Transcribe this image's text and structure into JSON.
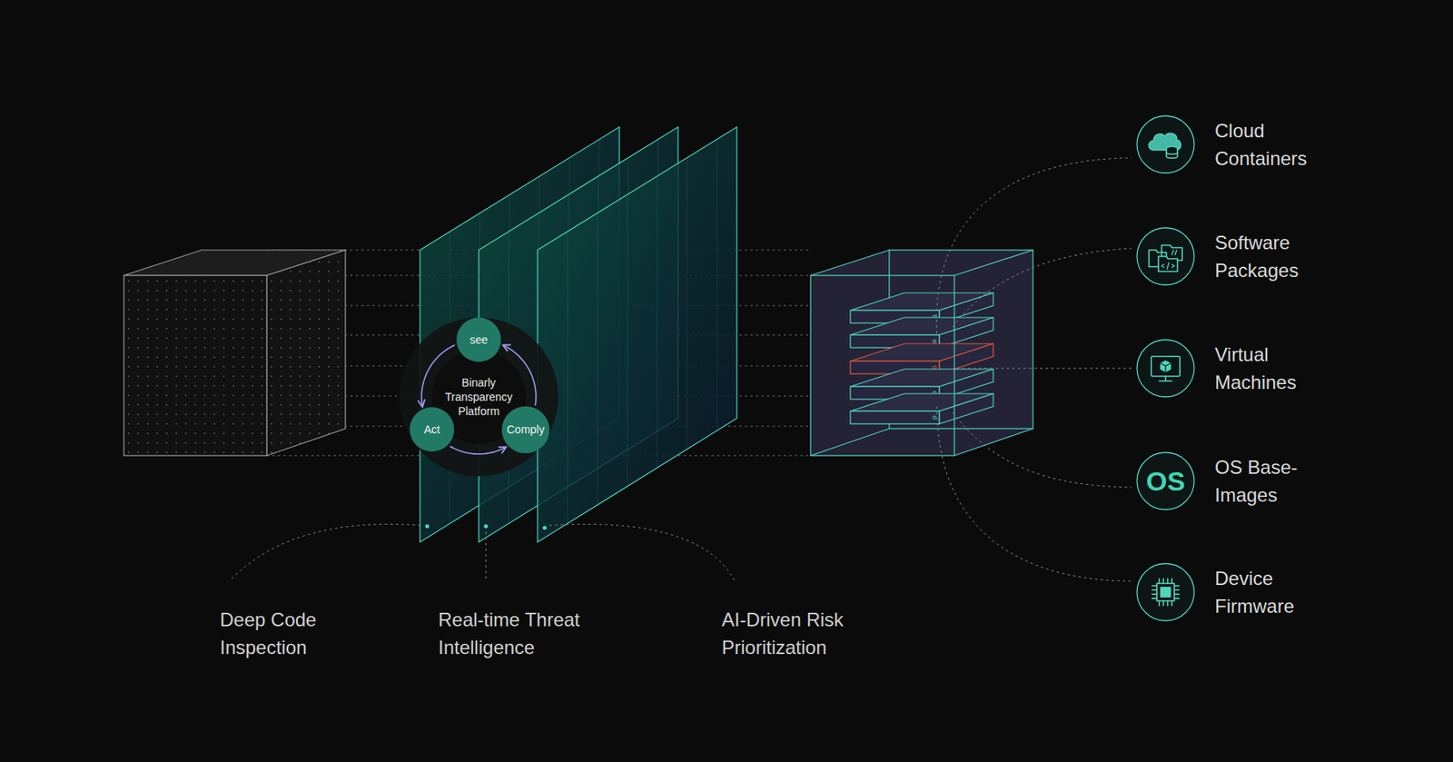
{
  "diagram": {
    "nodes": [
      {
        "text": [
          "Binarly Transparency Platform"
        ]
      },
      {
        "text": [
          "see"
        ]
      },
      {
        "text": [
          "Act"
        ]
      },
      {
        "text": [
          "Comply"
        ]
      },
      {
        "text": [
          "Cloud Containers"
        ]
      },
      {
        "text": [
          "Software Packages"
        ]
      },
      {
        "text": [
          "Virtual Machines"
        ]
      },
      {
        "text": [
          "OS",
          "OS Base- Images"
        ]
      },
      {
        "text": [
          "Device Firmware"
        ]
      }
    ],
    "edges": [
      {
        "from": 1,
        "to": 2,
        "arrow": "to"
      },
      {
        "from": 2,
        "to": 3,
        "arrow": "to"
      },
      {
        "from": 3,
        "to": 1,
        "arrow": "to"
      }
    ],
    "labels": [
      "Deep Code Inspection",
      "Real-time Threat Intelligence",
      "AI-Driven Risk Prioritization"
    ]
  }
}
